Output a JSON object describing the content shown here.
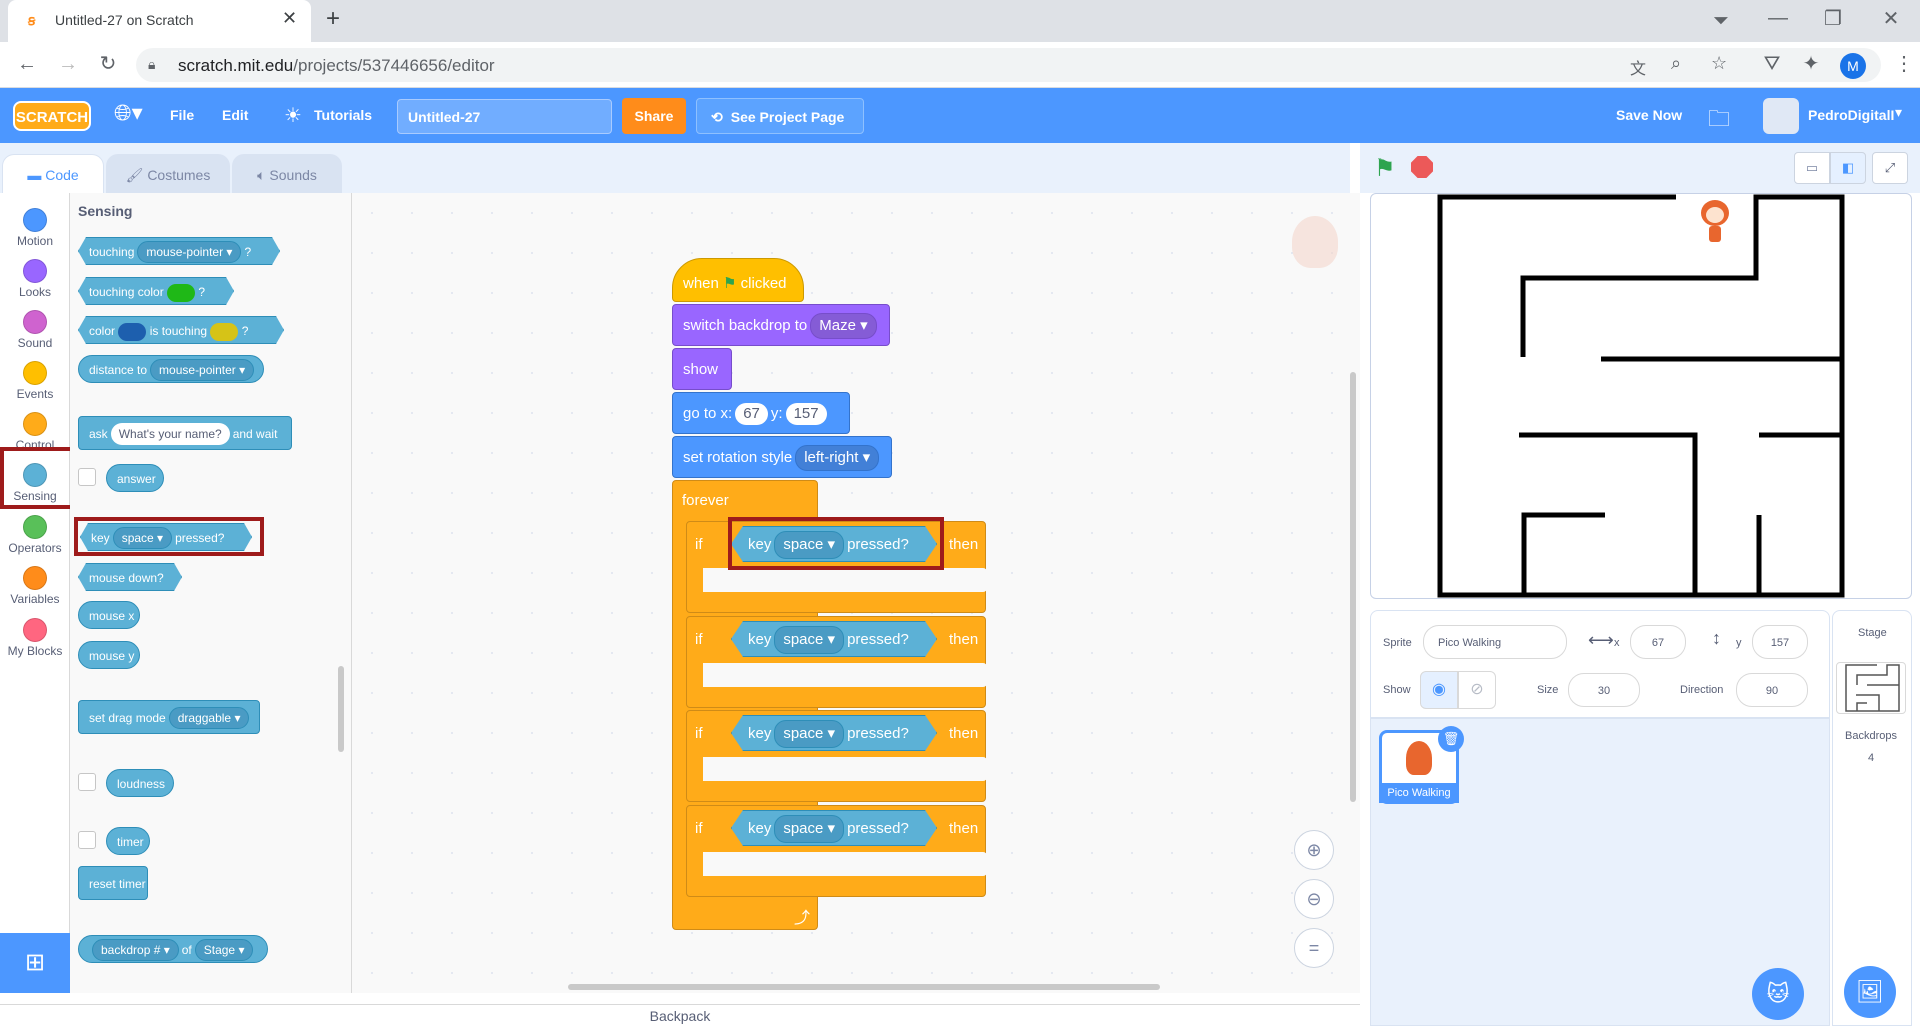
{
  "browser": {
    "tab_title": "Untitled-27 on Scratch",
    "url_host": "scratch.mit.edu",
    "url_path": "/projects/537446656/editor",
    "profile_initial": "M"
  },
  "menubar": {
    "logo": "SCRATCH",
    "file": "File",
    "edit": "Edit",
    "tutorials": "Tutorials",
    "project_title": "Untitled-27",
    "share": "Share",
    "see_project_page": "See Project Page",
    "save_now": "Save Now",
    "username": "PedroDigitalI"
  },
  "tabs": {
    "code": "Code",
    "costumes": "Costumes",
    "sounds": "Sounds"
  },
  "categories": [
    {
      "label": "Motion",
      "color": "#4c97ff"
    },
    {
      "label": "Looks",
      "color": "#9966ff"
    },
    {
      "label": "Sound",
      "color": "#cf63cf"
    },
    {
      "label": "Events",
      "color": "#ffbf00"
    },
    {
      "label": "Control",
      "color": "#ffab19"
    },
    {
      "label": "Sensing",
      "color": "#5cb1d6"
    },
    {
      "label": "Operators",
      "color": "#59c059"
    },
    {
      "label": "Variables",
      "color": "#ff8c1a"
    },
    {
      "label": "My Blocks",
      "color": "#ff6680"
    }
  ],
  "palette": {
    "heading": "Sensing",
    "touching": "touching",
    "mouse_pointer": "mouse-pointer",
    "q": "?",
    "touching_color": "touching color",
    "color": "color",
    "is_touching": "is touching",
    "distance_to": "distance to",
    "ask": "ask",
    "ask_default": "What's your name?",
    "and_wait": "and wait",
    "answer": "answer",
    "key": "key",
    "space": "space",
    "pressed": "pressed?",
    "mouse_down": "mouse down?",
    "mouse_x": "mouse x",
    "mouse_y": "mouse y",
    "set_drag_mode": "set drag mode",
    "draggable": "draggable",
    "loudness": "loudness",
    "timer": "timer",
    "reset_timer": "reset timer",
    "backdrop_num": "backdrop #",
    "of": "of",
    "stage": "Stage"
  },
  "script": {
    "when": "when",
    "clicked": "clicked",
    "switch_backdrop": "switch backdrop to",
    "backdrop": "Maze",
    "show": "show",
    "goto": "go to x:",
    "x": "67",
    "y_lbl": "y:",
    "y": "157",
    "rotation": "set rotation style",
    "rotation_val": "left-right",
    "forever": "forever",
    "if": "if",
    "then": "then",
    "key": "key",
    "space": "space",
    "pressed": "pressed?"
  },
  "sprite": {
    "sprite_lbl": "Sprite",
    "name": "Pico Walking",
    "x_lbl": "x",
    "x": "67",
    "y_lbl": "y",
    "y": "157",
    "show_lbl": "Show",
    "size_lbl": "Size",
    "size": "30",
    "direction_lbl": "Direction",
    "direction": "90",
    "thumb_name": "Pico Walking"
  },
  "stage_panel": {
    "title": "Stage",
    "backdrops_lbl": "Backdrops",
    "backdrops_count": "4"
  },
  "backpack": "Backpack"
}
